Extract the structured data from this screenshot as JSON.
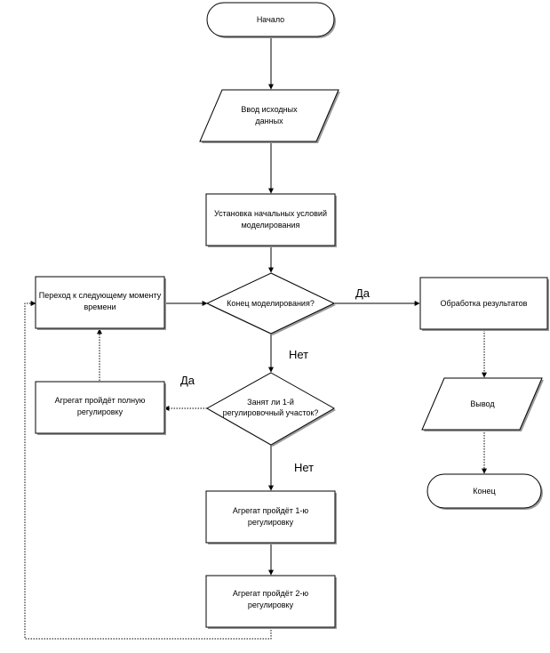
{
  "flowchart": {
    "start": "Начало",
    "input": [
      "Ввод исходных",
      "данных"
    ],
    "init": [
      "Установка начальных условий",
      "моделирования"
    ],
    "end_sim_question": "Конец моделирования?",
    "next_time": [
      "Переход к следующему моменту",
      "времени"
    ],
    "full_adjust": [
      "Агрегат пройдёт полную",
      "регулировку"
    ],
    "busy_question": [
      "Занят ли 1-й",
      "регулировочный участок?"
    ],
    "adjust_1": [
      "Агрегат пройдёт 1-ю",
      "регулировку"
    ],
    "adjust_2": [
      "Агрегат пройдёт 2-ю",
      "регулировку"
    ],
    "processing": "Обработка результатов",
    "output": "Вывод",
    "finish": "Конец",
    "yes_label_1": "Да",
    "no_label_1": "Нет",
    "yes_label_2": "Да",
    "no_label_2": "Нет"
  }
}
